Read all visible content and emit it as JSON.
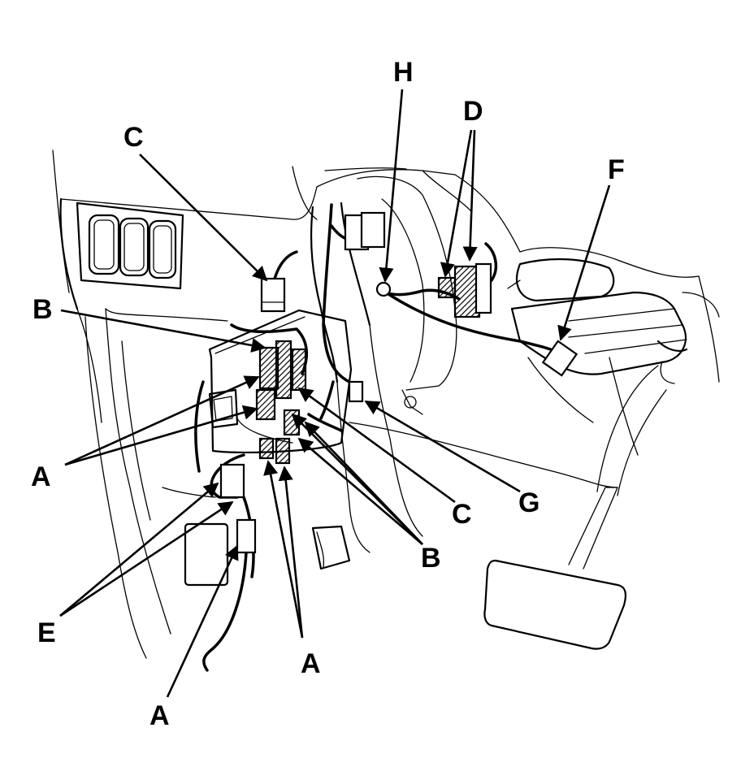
{
  "figure": {
    "labels": {
      "A": "A",
      "B": "B",
      "C": "C",
      "D": "D",
      "E": "E",
      "F": "F",
      "G": "G",
      "H": "H"
    }
  }
}
